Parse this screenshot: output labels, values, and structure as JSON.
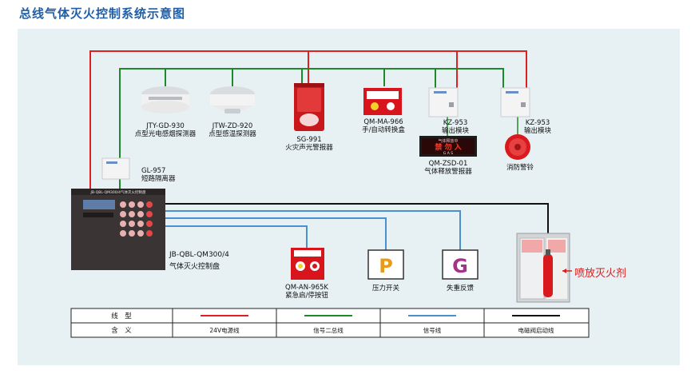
{
  "title": "总线气体灭火控制系统示意图",
  "colors": {
    "power_line": "#e02020",
    "bus_line": "#1d8a2a",
    "signal_line": "#4a90d0",
    "valve_line": "#111111",
    "panel_bg": "#e7f1f3"
  },
  "devices": {
    "smoke_detector": {
      "model": "JTY-GD-930",
      "name": "点型光电感烟探测器"
    },
    "heat_detector": {
      "model": "JTW-ZD-920",
      "name": "点型感温探测器"
    },
    "sound_light_alarm": {
      "model": "SG-991",
      "name": "火灾声光警报器"
    },
    "manual_auto_switch": {
      "model": "QM-MA-966",
      "name": "手/自动转换盒"
    },
    "output_module_1": {
      "model": "KZ-953",
      "name": "输出模块"
    },
    "output_module_2": {
      "model": "KZ-953",
      "name": "输出模块"
    },
    "gas_release_indicator": {
      "model": "QM-ZSD-01",
      "name": "气体释放警报器",
      "sign_top": "气体释放中",
      "sign_main": "禁 勿 入",
      "sign_sub": "G A S"
    },
    "fire_bell": {
      "name": "消防警铃"
    },
    "isolator": {
      "model": "GL-957",
      "name": "短路隔离器"
    },
    "control_panel": {
      "model": "JB-QBL-QM300/4",
      "name": "气体灭火控制盘",
      "plate": "JB-QBL-QM300/4气体灭火控制盘"
    },
    "emergency_button": {
      "model": "QM-AN-965K",
      "name": "紧急启/停按钮"
    },
    "pressure_switch": {
      "letter": "P",
      "name": "压力开关"
    },
    "loss_feedback": {
      "letter": "G",
      "name": "失重反馈"
    },
    "extinguisher_cabinet": {
      "callout": "喷放灭火剂"
    }
  },
  "legend": {
    "row_headers": [
      "线　型",
      "含　义"
    ],
    "items": [
      {
        "meaning": "24V电源线",
        "color": "#e02020"
      },
      {
        "meaning": "信号二总线",
        "color": "#1d8a2a"
      },
      {
        "meaning": "信号线",
        "color": "#4a90d0"
      },
      {
        "meaning": "电磁阀启动线",
        "color": "#111111"
      }
    ]
  }
}
